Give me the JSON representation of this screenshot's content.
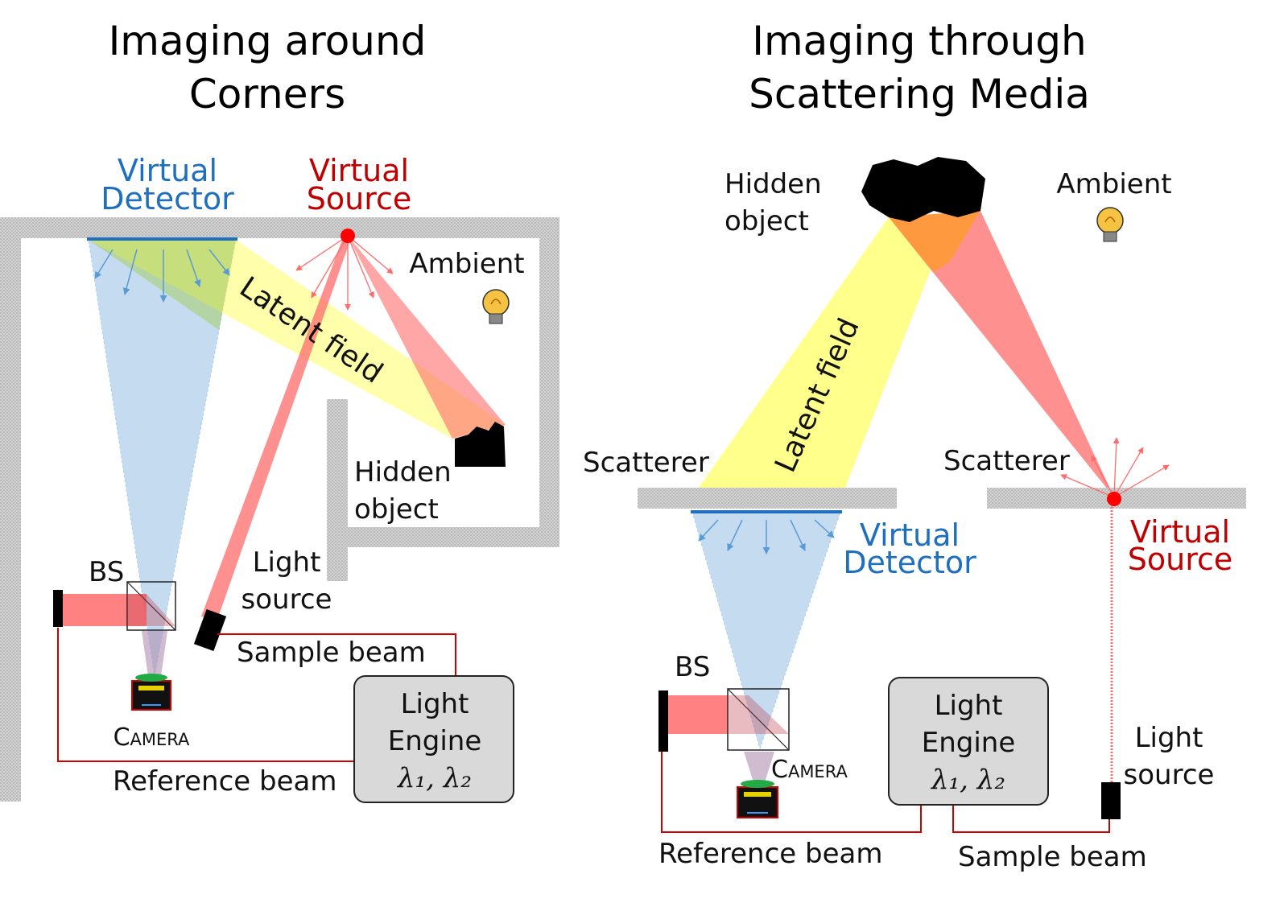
{
  "left_panel": {
    "title_line1": "Imaging around",
    "title_line2": "Corners",
    "virtual_detector_line1": "Virtual",
    "virtual_detector_line2": "Detector",
    "virtual_source_line1": "Virtual",
    "virtual_source_line2": "Source",
    "ambient": "Ambient",
    "latent_field": "Latent field",
    "hidden_object_line1": "Hidden",
    "hidden_object_line2": "object",
    "bs": "BS",
    "light_source_line1": "Light",
    "light_source_line2": "source",
    "sample_beam": "Sample beam",
    "camera": "Camera",
    "reference_beam": "Reference beam",
    "engine_line1": "Light",
    "engine_line2": "Engine",
    "engine_lambda": "λ₁, λ₂"
  },
  "right_panel": {
    "title_line1": "Imaging through",
    "title_line2": "Scattering Media",
    "hidden_object_line1": "Hidden",
    "hidden_object_line2": "object",
    "ambient": "Ambient",
    "latent_field": "Latent field",
    "scatterer_left": "Scatterer",
    "scatterer_right": "Scatterer",
    "virtual_detector_line1": "Virtual",
    "virtual_detector_line2": "Detector",
    "virtual_source_line1": "Virtual",
    "virtual_source_line2": "Source",
    "bs": "BS",
    "camera": "Camera",
    "engine_line1": "Light",
    "engine_line2": "Engine",
    "engine_lambda": "λ₁, λ₂",
    "light_source_line1": "Light",
    "light_source_line2": "source",
    "reference_beam": "Reference beam",
    "sample_beam": "Sample beam"
  },
  "colors": {
    "detector_blue": "#1f6fbf",
    "source_red": "#c00000",
    "beam_red": "#ff6b6b",
    "latent_yellow": "#ffff80",
    "cone_blue": "#bcd7ee",
    "wall_gray": "#bdbdbd",
    "engine_fill": "#d9d9d9"
  }
}
